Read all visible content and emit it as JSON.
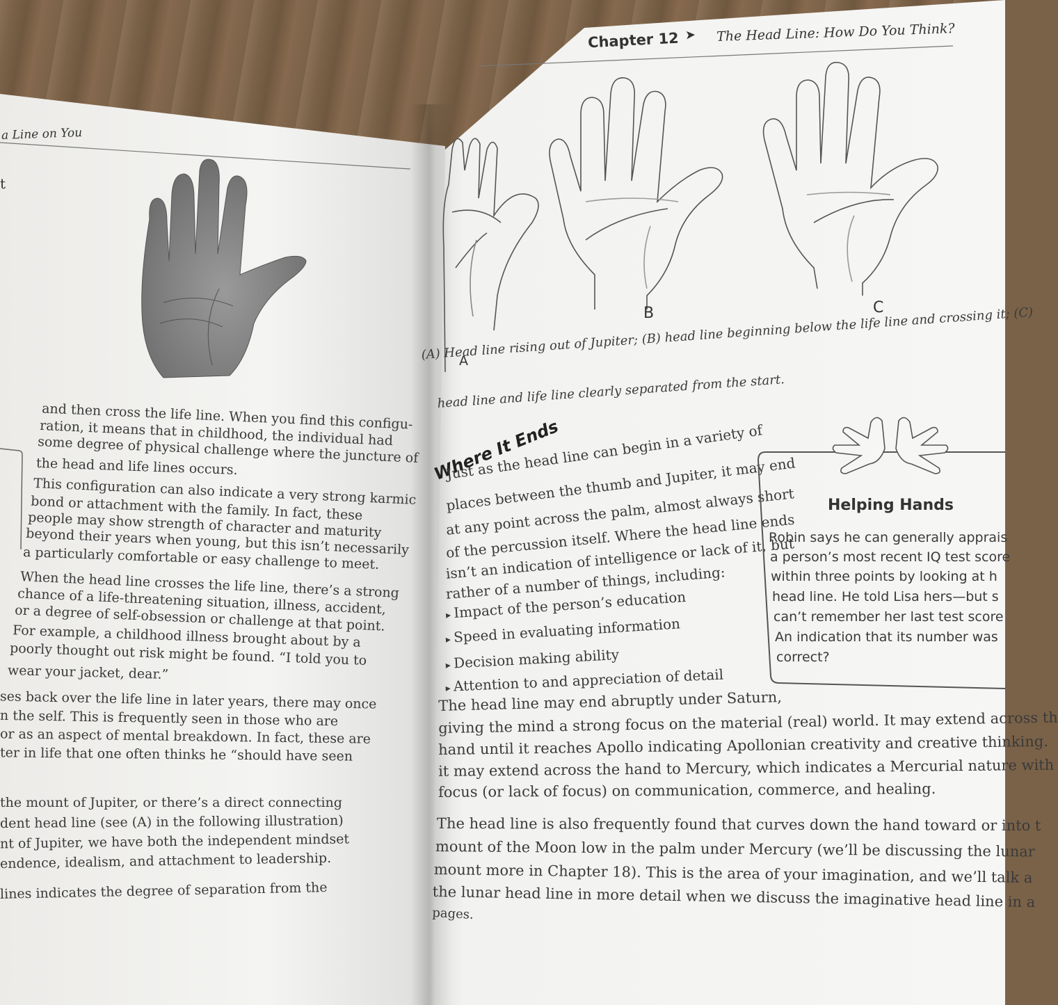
{
  "left_page": {
    "header": "a Line on You",
    "margin_mark": "t",
    "lines": [
      "and then cross the life line. When you find this configu-",
      "ration, it means that in childhood, the individual had",
      "some degree of physical challenge where the juncture of",
      "the head and life lines occurs.",
      "This configuration can also indicate a very strong karmic",
      "bond or attachment with the family. In fact, these",
      "people may show strength of character and maturity",
      "beyond their years when young, but this isn’t necessarily",
      "a particularly comfortable or easy challenge to meet.",
      "When the head line crosses the life line, there’s a strong",
      "chance of a life-threatening situation, illness, accident,",
      "or a degree of self-obsession or challenge at that point.",
      "For example, a childhood illness brought about by a",
      "poorly thought out risk might be found. “I told you to",
      "wear your jacket, dear.”",
      "ses back over the life line in later years, there may once",
      "n the self. This is frequently seen in those who are",
      "or as an aspect of mental breakdown. In fact, these are",
      "ter in life that one often thinks he “should have seen",
      "the mount of Jupiter, or there’s a direct connecting",
      "dent head line (see (A) in the following illustration)",
      "nt of Jupiter, we have both the independent mindset",
      "endence, idealism, and attachment to leadership.",
      "lines indicates the degree of separation from the"
    ]
  },
  "right_page": {
    "header_chapter": "Chapter 12",
    "header_arrow": "➤",
    "header_title": "The Head Line: How Do You Think?",
    "figure_labels": [
      "A",
      "B",
      "C"
    ],
    "caption_1": "(A) Head line rising out of Jupiter; (B) head line beginning below the life line and crossing it; (C)",
    "caption_2": "head line and life line clearly separated from the start.",
    "section_heading": "Where It Ends",
    "section_lines": [
      "Just as the head line can begin in a variety of",
      "places between the thumb and Jupiter, it may end",
      "at any point across the palm, almost always short",
      "of the percussion itself. Where the head line ends",
      "isn’t an indication of intelligence or lack of it, but",
      "rather of a number of things, including:"
    ],
    "bullets": [
      "Impact of the person’s education",
      "Speed in evaluating information",
      "Decision making ability",
      "Attention to and appreciation of detail"
    ],
    "sidebar": {
      "title": "Helping Hands",
      "lines": [
        "Robin says he can generally apprais",
        "a person’s most recent IQ test score",
        "within three points by looking at h",
        "head line. He told Lisa hers—but s",
        "can’t remember her last test score",
        "An indication that its number was",
        "correct?"
      ]
    },
    "body_lines": [
      "The head line may end abruptly under Saturn,",
      "giving the mind a strong focus on the material (real) world. It may extend across th",
      "hand until it reaches Apollo indicating Apollonian creativity and creative thinking.",
      "it may extend across the hand to Mercury, which indicates a Mercurial nature with",
      "focus (or lack of focus) on communication, commerce, and healing.",
      "The head line is also frequently found that curves down the hand toward or into t",
      "mount of the Moon low in the palm under Mercury (we’ll be discussing the lunar",
      "mount more in Chapter 18). This is the area of your imagination, and we’ll talk a",
      "the lunar head line in more detail when we discuss the imaginative head line in a",
      "pages."
    ]
  }
}
